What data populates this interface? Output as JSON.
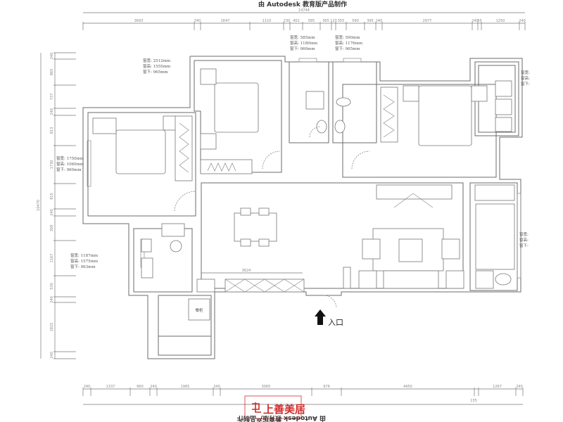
{
  "header": {
    "watermark_top": "由 Autodesk 教育版产品制作"
  },
  "footer": {
    "watermark_bottom": "由 Autodesk 教育版产品制作",
    "logo_text": "上善美居",
    "brand_color": "#d42a2a"
  },
  "dimensions": {
    "top_total": "14744",
    "top_segments": [
      "3693",
      "240",
      "1647",
      "1110",
      "230",
      "402",
      "585",
      "365",
      "120",
      "355",
      "590",
      "395",
      "240",
      "2977",
      "240",
      "65",
      "1250",
      "240"
    ],
    "bottom_total": "135",
    "bottom_segments": [
      "240",
      "1337",
      "660",
      "240",
      "1965",
      "240",
      "3065",
      "976",
      "4450",
      "",
      "1267",
      "240"
    ],
    "left_total": "10470",
    "left_segments": [
      "240",
      "865",
      "737",
      "240",
      "813",
      "1730",
      "815",
      "240",
      "309",
      "1167",
      "530",
      "240",
      "1815",
      "240"
    ],
    "dining_width": "3624"
  },
  "windows": {
    "master_bedroom": [
      "窗宽: 2512mm",
      "窗高: 1555mm",
      "窗下: 965mm"
    ],
    "bath_left": [
      "窗宽: 585mm",
      "窗高: 1180mm",
      "窗下: 960mm"
    ],
    "bath_right": [
      "窗宽: 590mm",
      "窗高: 1176mm",
      "窗下: 965mm"
    ],
    "left_bedroom": [
      "窗宽: 1750mm",
      "窗高: 1060mm",
      "窗下: 960mm"
    ],
    "kitchen": [
      "窗宽: 1187mm",
      "窗高: 1575mm",
      "窗下: 963mm"
    ],
    "balcony": [
      "窗宽:",
      "窗高:",
      "窗下:"
    ],
    "storage": [
      "窗宽:",
      "窗高:",
      "窗下:"
    ]
  },
  "labels": {
    "entrance": "入口",
    "cabinet": "餐柜"
  }
}
